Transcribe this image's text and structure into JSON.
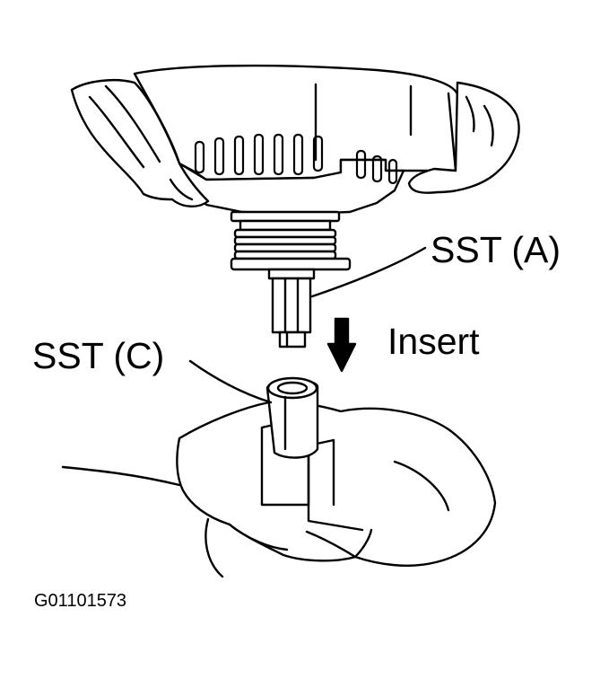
{
  "labels": {
    "sst_a": "SST (A)",
    "sst_c": "SST (C)",
    "insert": "Insert",
    "figure_code": "G01101573"
  },
  "colors": {
    "ink": "#000000",
    "paper": "#ffffff"
  },
  "icons": {
    "direction": "down-arrow-icon"
  }
}
